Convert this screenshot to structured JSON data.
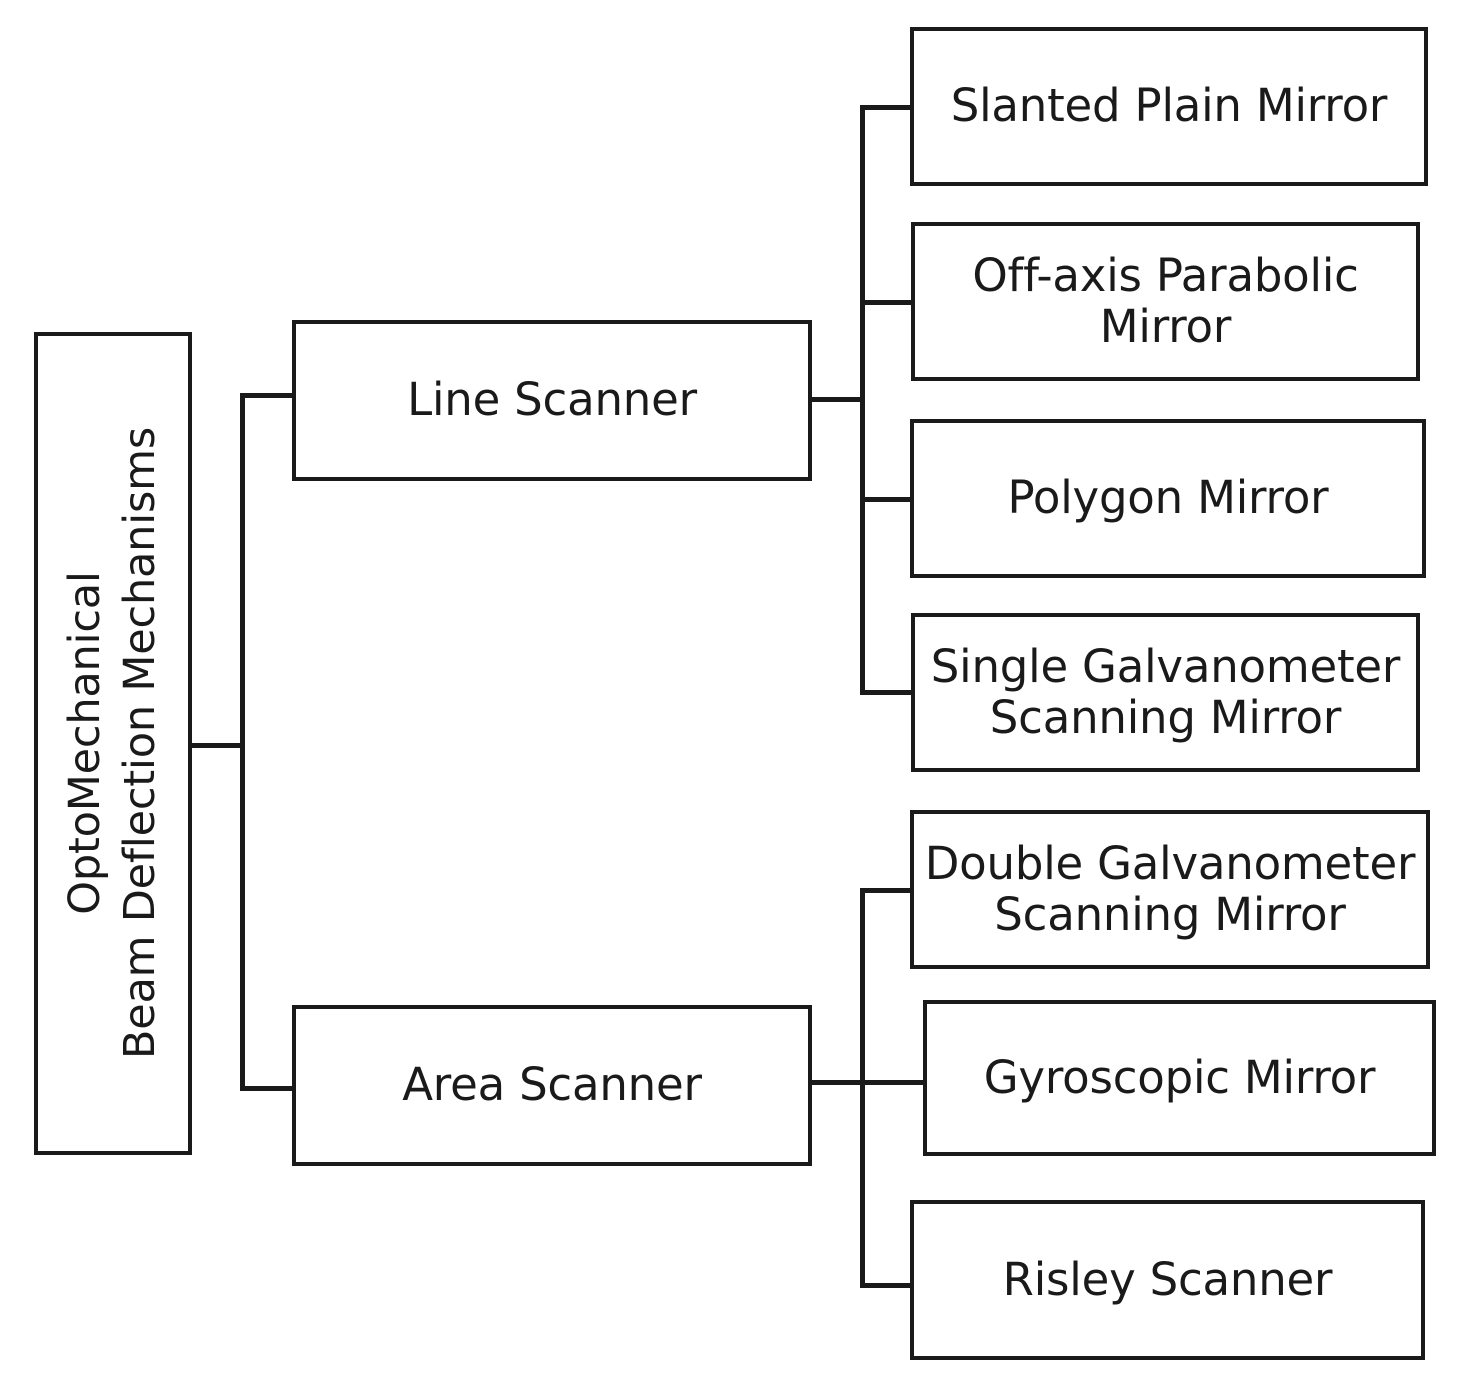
{
  "diagram": {
    "title": "OptoMechanical Beam Deflection Mechanisms taxonomy",
    "colors": {
      "stroke": "#1a1a1a",
      "fill": "#ffffff",
      "text": "#1a1a1a"
    },
    "root": {
      "label": "OptoMechanical\nBeam Deflection Mechanisms",
      "orientation": "vertical-rotated-90ccw"
    },
    "branches": [
      {
        "label": "Line Scanner",
        "children": [
          {
            "label": "Slanted Plain Mirror"
          },
          {
            "label": "Off-axis Parabolic\nMirror"
          },
          {
            "label": "Polygon Mirror"
          },
          {
            "label": "Single Galvanometer\nScanning Mirror"
          }
        ]
      },
      {
        "label": "Area Scanner",
        "children": [
          {
            "label": "Double Galvanometer\nScanning Mirror"
          },
          {
            "label": "Gyroscopic Mirror"
          },
          {
            "label": "Risley Scanner"
          }
        ]
      }
    ]
  }
}
